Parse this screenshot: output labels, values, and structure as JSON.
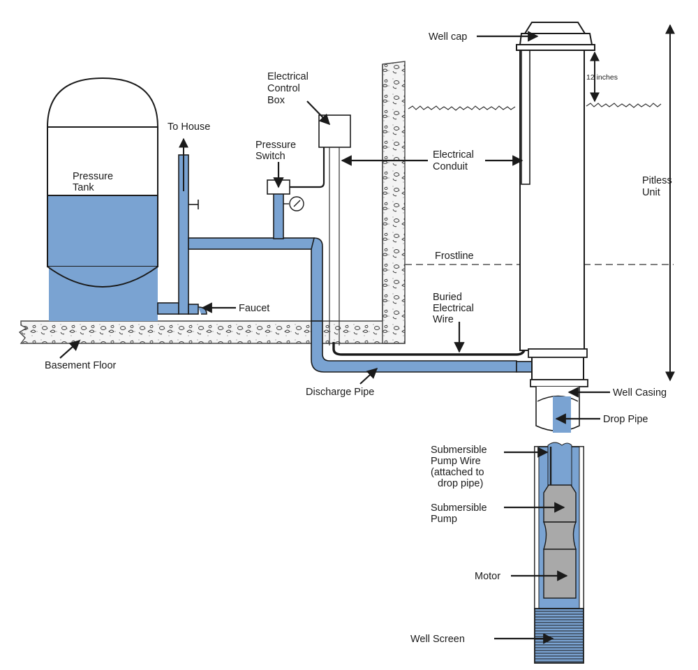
{
  "title": "Submersible well pump system diagram",
  "colors": {
    "water": "#7aa3d2",
    "pump": "#a9a9a9",
    "outline": "#1a1a1a",
    "concrete": "#f2f2f2"
  },
  "labels": {
    "well_cap": "Well cap",
    "twelve_inches": "12 inches",
    "electrical_control_box": [
      "Electrical",
      "Control",
      "Box"
    ],
    "to_house": "To House",
    "pressure_tank": [
      "Pressure",
      "Tank"
    ],
    "pressure_switch": [
      "Pressure",
      "Switch"
    ],
    "electrical_conduit": [
      "Electrical",
      "Conduit"
    ],
    "pitless_unit": [
      "Pitless",
      "Unit"
    ],
    "frostline": "Frostline",
    "faucet": "Faucet",
    "buried_electrical_wire": [
      "Buried",
      "Electrical",
      "Wire"
    ],
    "basement_floor": "Basement Floor",
    "discharge_pipe": "Discharge Pipe",
    "well_casing": "Well Casing",
    "drop_pipe": "Drop Pipe",
    "submersible_pump_wire": [
      "Submersible",
      "Pump Wire",
      "(attached to",
      "drop pipe)"
    ],
    "submersible_pump": [
      "Submersible",
      "Pump"
    ],
    "motor": "Motor",
    "well_screen": "Well Screen"
  }
}
